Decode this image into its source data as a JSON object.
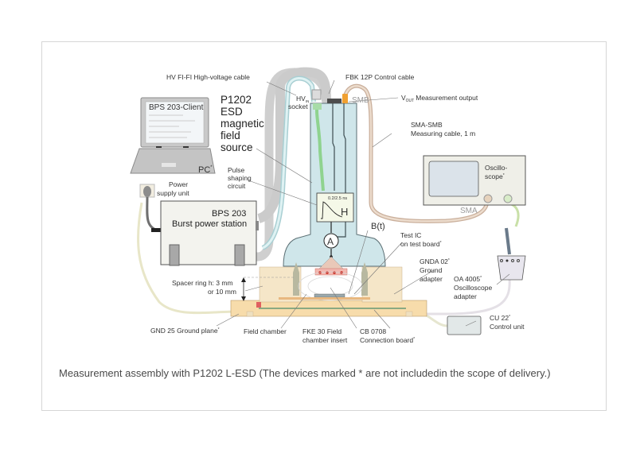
{
  "figure": {
    "labels": {
      "hv_cable": "HV FI-FI High-voltage cable",
      "fbk_cable": "FBK 12P Control cable",
      "smb": "SMB",
      "vout_main": "V",
      "vout_sub": "OUT",
      "vout_text": "Measurement output",
      "sma_smb_1": "SMA-SMB",
      "sma_smb_2": "Measuring cable, 1 m",
      "hvin_main": "HV",
      "hvin_sub": "IN",
      "hvin_socket": "socket",
      "title_1": "P1202",
      "title_2": "ESD",
      "title_3": "magnetic",
      "title_4": "field",
      "title_5": "source",
      "client_screen": "BPS 203-Client",
      "pc": "PC",
      "power_1": "Power",
      "power_2": "supply unit",
      "pulse_1": "Pulse",
      "pulse_2": "shaping",
      "pulse_3": "circuit",
      "bps_1": "BPS 203",
      "bps_2": "Burst power station",
      "pulse_timing": "0.2/2.5 ns",
      "h_symbol": "H",
      "a_symbol": "A",
      "bt": "B(t)",
      "test_ic_1": "Test IC",
      "test_ic_2": "on test board",
      "oscillo_1": "Oscillo-",
      "oscillo_2": "scope",
      "sma": "SMA",
      "gnda_1": "GNDA 02",
      "gnda_2": "Ground",
      "gnda_3": "adapter",
      "oa_1": "OA 4005",
      "oa_2": "Oscilloscope",
      "oa_3": "adapter",
      "spacer_1": "Spacer ring h:  3 mm",
      "spacer_2": "or 10 mm",
      "gnd": "GND 25 Ground plane",
      "field_chamber": "Field chamber",
      "fke_1": "FKE 30 Field",
      "fke_2": "chamber insert",
      "cb_1": "CB 0708",
      "cb_2": "Connection board",
      "cu_1": "CU 22",
      "cu_2": "Control unit",
      "star": "*"
    },
    "colors": {
      "probe_body": "#cfe6ea",
      "hv_cable": "#d5eef0",
      "grey_cable": "#c8c8c8",
      "sma_cable": "#e0cbb8",
      "green_line": "#8fd38f",
      "orange_smb": "#f0a030",
      "base_wood": "#f7dcab",
      "spacer": "#f5e6c8",
      "device_grey": "#e8e8e2",
      "ic_red": "#d63a2a"
    }
  },
  "caption": "Measurement assembly with P1202 L-ESD (The devices marked * are not includedin the scope of delivery.)"
}
